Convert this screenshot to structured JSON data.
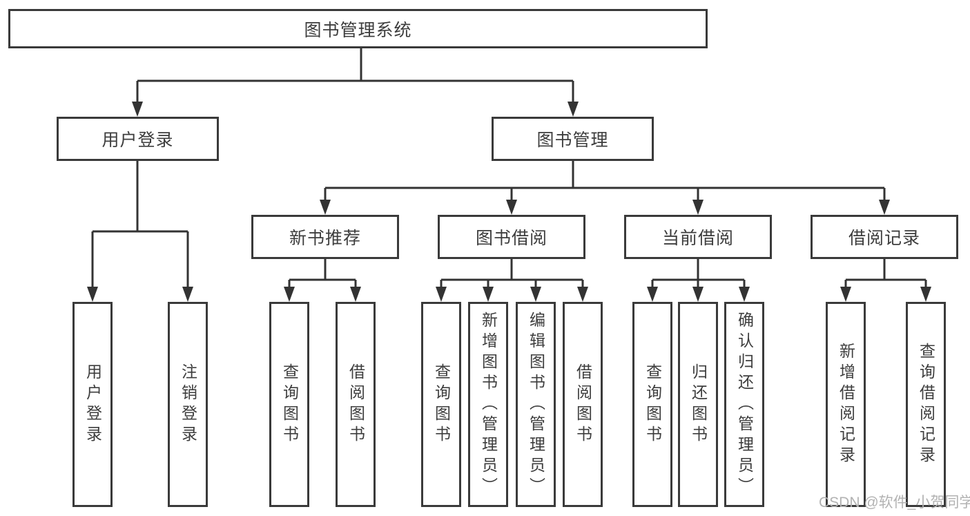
{
  "nodes": {
    "root": "图书管理系统",
    "level2": [
      "用户登录",
      "图书管理"
    ],
    "level3": [
      "新书推荐",
      "图书借阅",
      "当前借阅",
      "借阅记录"
    ],
    "user_login_children": [
      "用户登录",
      "注销登录"
    ],
    "new_book_children": [
      "查询图书",
      "借阅图书"
    ],
    "book_borrow_children": [
      "查询图书",
      "新增图书（管理员）",
      "编辑图书（管理员）",
      "借阅图书"
    ],
    "current_borrow_children": [
      "查询图书",
      "归还图书",
      "确认归还（管理员）"
    ],
    "borrow_record_children": [
      "新增借阅记录",
      "查询借阅记录"
    ]
  },
  "watermark": {
    "text": "CSDN @软件_小贺同学"
  },
  "colors": {
    "line": "#333333",
    "box_border": "#3a3a3a",
    "text": "#3d3d3d",
    "watermark": "#b2b2b2",
    "background": "#ffffff"
  }
}
